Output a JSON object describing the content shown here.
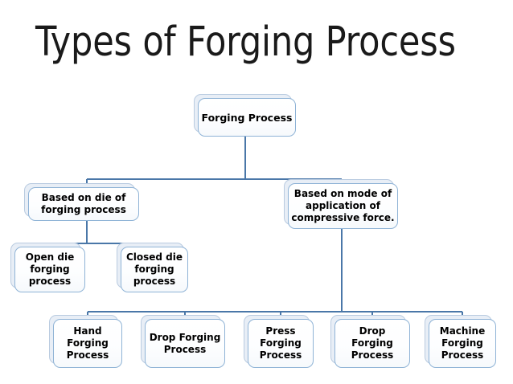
{
  "page": {
    "title": "Types of Forging Process",
    "background_color": "#ffffff",
    "line_color": "#4a77a8",
    "box_border_color": "#8fb3d6",
    "box_fill_color": "#ffffff",
    "box_shadow_color": "#e8eef6",
    "text_color": "#000000"
  },
  "diagram": {
    "type": "tree",
    "root": {
      "label": "Forging Process"
    },
    "level2": [
      {
        "label": "Based on die of\nforging process"
      },
      {
        "label": "Based on mode of\napplication of\ncompressive force."
      }
    ],
    "level3": [
      {
        "label": "Open die\nforging\nprocess"
      },
      {
        "label": "Closed die\nforging\nprocess"
      }
    ],
    "level4": [
      {
        "label": "Hand\nForging\nProcess"
      },
      {
        "label": "Drop Forging\nProcess"
      },
      {
        "label": "Press\nForging\nProcess"
      },
      {
        "label": "Drop Forging\nProcess"
      },
      {
        "label": "Machine\nForging\nProcess"
      }
    ]
  }
}
